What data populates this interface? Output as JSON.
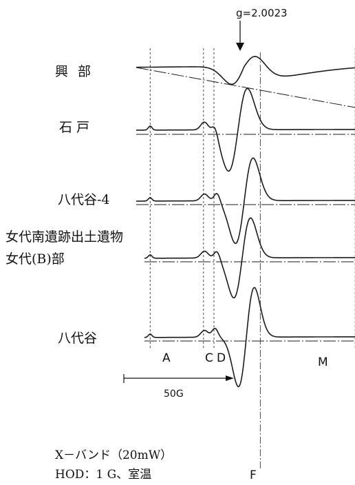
{
  "chart_data": {
    "type": "line",
    "title": "",
    "xlabel": "",
    "ylabel": "",
    "g_marker": {
      "label": "g=2.0023",
      "position_G": 0
    },
    "scale_bar": {
      "label": "50G",
      "length_G": 50
    },
    "markers": [
      {
        "name": "A",
        "position_G": -43
      },
      {
        "name": "C",
        "position_G": -17.5
      },
      {
        "name": "D",
        "position_G": -12.5
      },
      {
        "name": "F",
        "position_G": 9
      },
      {
        "name": "M",
        "position_G": 55
      }
    ],
    "series": [
      {
        "name": "興 部",
        "values": []
      },
      {
        "name": "石 戸",
        "values": []
      },
      {
        "name": "八代谷-4",
        "values": []
      },
      {
        "name": "女代南遺跡出土遺物 女代(B)部",
        "values": []
      },
      {
        "name": "八代谷",
        "values": []
      }
    ],
    "sample_labels": {
      "okoppe": "興部",
      "ishido": "石 戸",
      "yashirodani4": "八代谷-4",
      "medai_line1": "女代南遺跡出土遺物",
      "medai_line2": "女代(B)部",
      "yashirodani": "八代谷"
    },
    "conditions": {
      "line1": "X－バンド（20mW）",
      "line2": "HOD：1 G、室温"
    }
  }
}
